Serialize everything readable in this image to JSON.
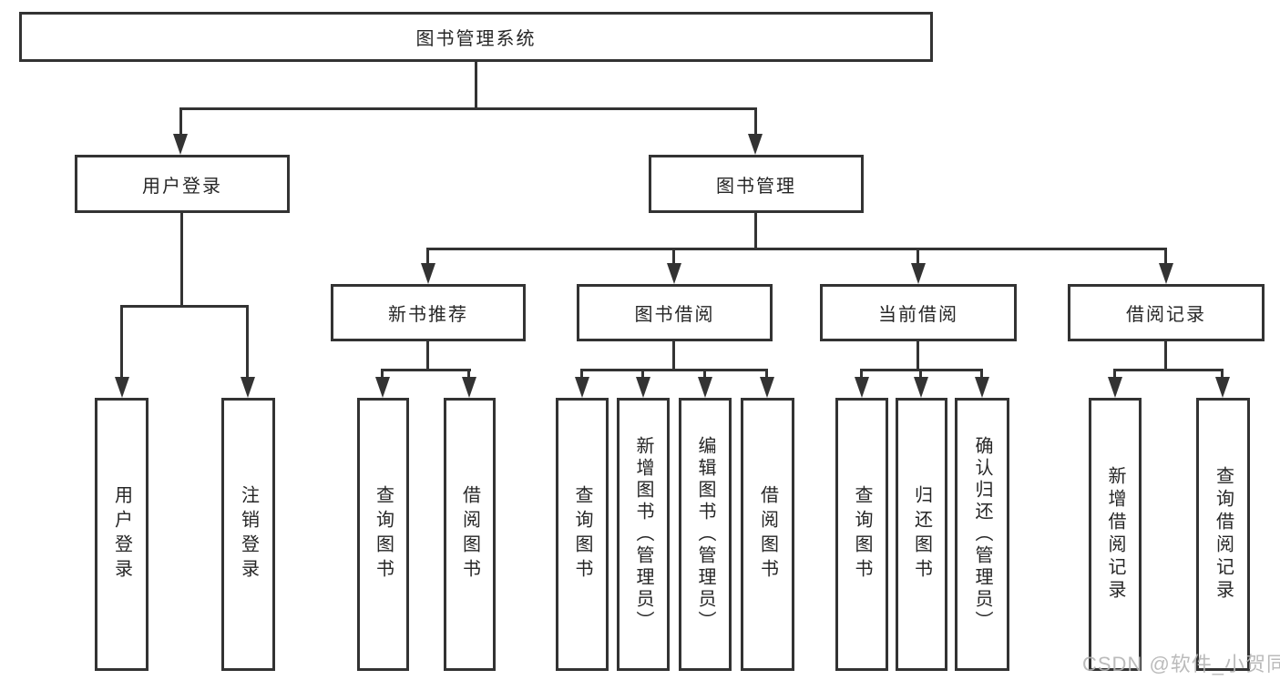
{
  "tree": {
    "root": {
      "label": "图书管理系统"
    },
    "user_login": {
      "label": "用户登录",
      "children": [
        "用户登录",
        "注销登录"
      ]
    },
    "book_mgmt": {
      "label": "图书管理",
      "sections": [
        {
          "label": "新书推荐",
          "children": [
            "查询图书",
            "借阅图书"
          ]
        },
        {
          "label": "图书借阅",
          "children": [
            "查询图书",
            "新增图书（管理员）",
            "编辑图书（管理员）",
            "借阅图书"
          ]
        },
        {
          "label": "当前借阅",
          "children": [
            "查询图书",
            "归还图书",
            "确认归还（管理员）"
          ]
        },
        {
          "label": "借阅记录",
          "children": [
            "新增借阅记录",
            "查询借阅记录"
          ]
        }
      ]
    }
  },
  "watermark": {
    "text": "CSDN @软件_小贺同学"
  },
  "colors": {
    "line": "#333333",
    "text": "#262626",
    "box_bg": "#ffffff",
    "background": "#ffffff",
    "watermark": "#b4b4b4"
  }
}
